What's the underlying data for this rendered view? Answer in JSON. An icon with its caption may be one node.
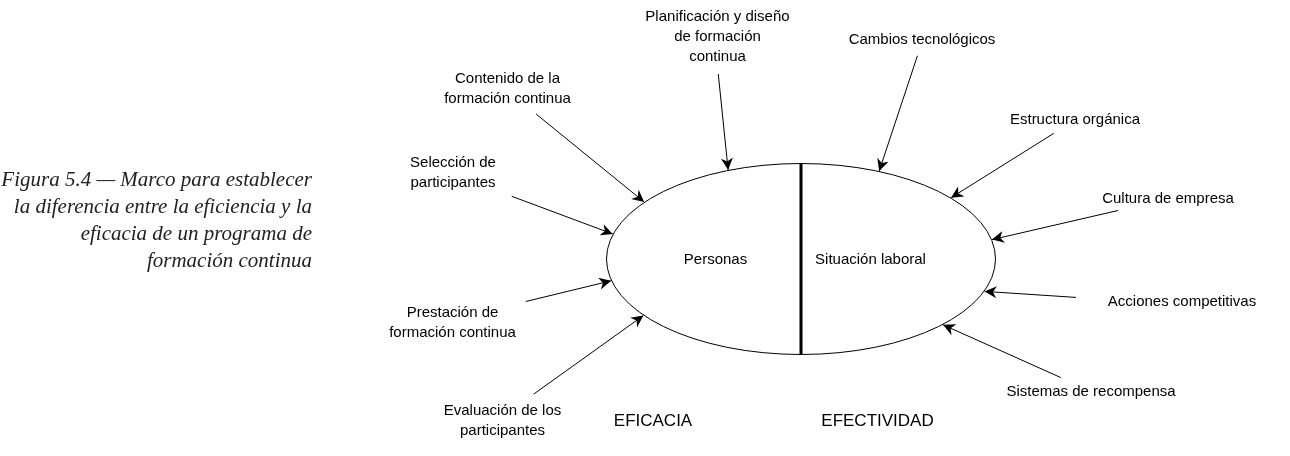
{
  "diagram": {
    "caption": "Figura 5.4 — Marco para establecer la diferencia entre la eficiencia y la eficacia de un programa de formación continua",
    "nodes": [
      {
        "text": [
          "Personas"
        ]
      },
      {
        "text": [
          "Situación laboral"
        ]
      },
      {
        "text": [
          "Planificación y diseño de formación continua"
        ]
      },
      {
        "text": [
          "Contenido de la formación continua"
        ]
      },
      {
        "text": [
          "Cambios tecnológicos"
        ]
      },
      {
        "text": [
          "Estructura orgánica"
        ]
      },
      {
        "text": [
          "Selección de participantes"
        ]
      },
      {
        "text": [
          "Cultura de empresa"
        ]
      },
      {
        "text": [
          "Prestación de formación continua"
        ]
      },
      {
        "text": [
          "Acciones competitivas"
        ]
      },
      {
        "text": [
          "Evaluación de los participantes"
        ]
      },
      {
        "text": [
          "Sistemas de recompensa"
        ]
      }
    ],
    "edges": [
      {
        "from": 2,
        "to": 0,
        "arrow": "to"
      },
      {
        "from": 3,
        "to": 0,
        "arrow": "to"
      },
      {
        "from": 4,
        "to": 1,
        "arrow": "to"
      },
      {
        "from": 5,
        "to": 1,
        "arrow": "to"
      },
      {
        "from": 6,
        "to": 0,
        "arrow": "to"
      },
      {
        "from": 7,
        "to": 1,
        "arrow": "to"
      },
      {
        "from": 8,
        "to": 0,
        "arrow": "to"
      },
      {
        "from": 9,
        "to": 1,
        "arrow": "to"
      },
      {
        "from": 10,
        "to": 0,
        "arrow": "to"
      },
      {
        "from": 11,
        "to": 1,
        "arrow": "to"
      }
    ],
    "labels": [
      "EFICACIA",
      "EFECTIVIDAD"
    ]
  }
}
